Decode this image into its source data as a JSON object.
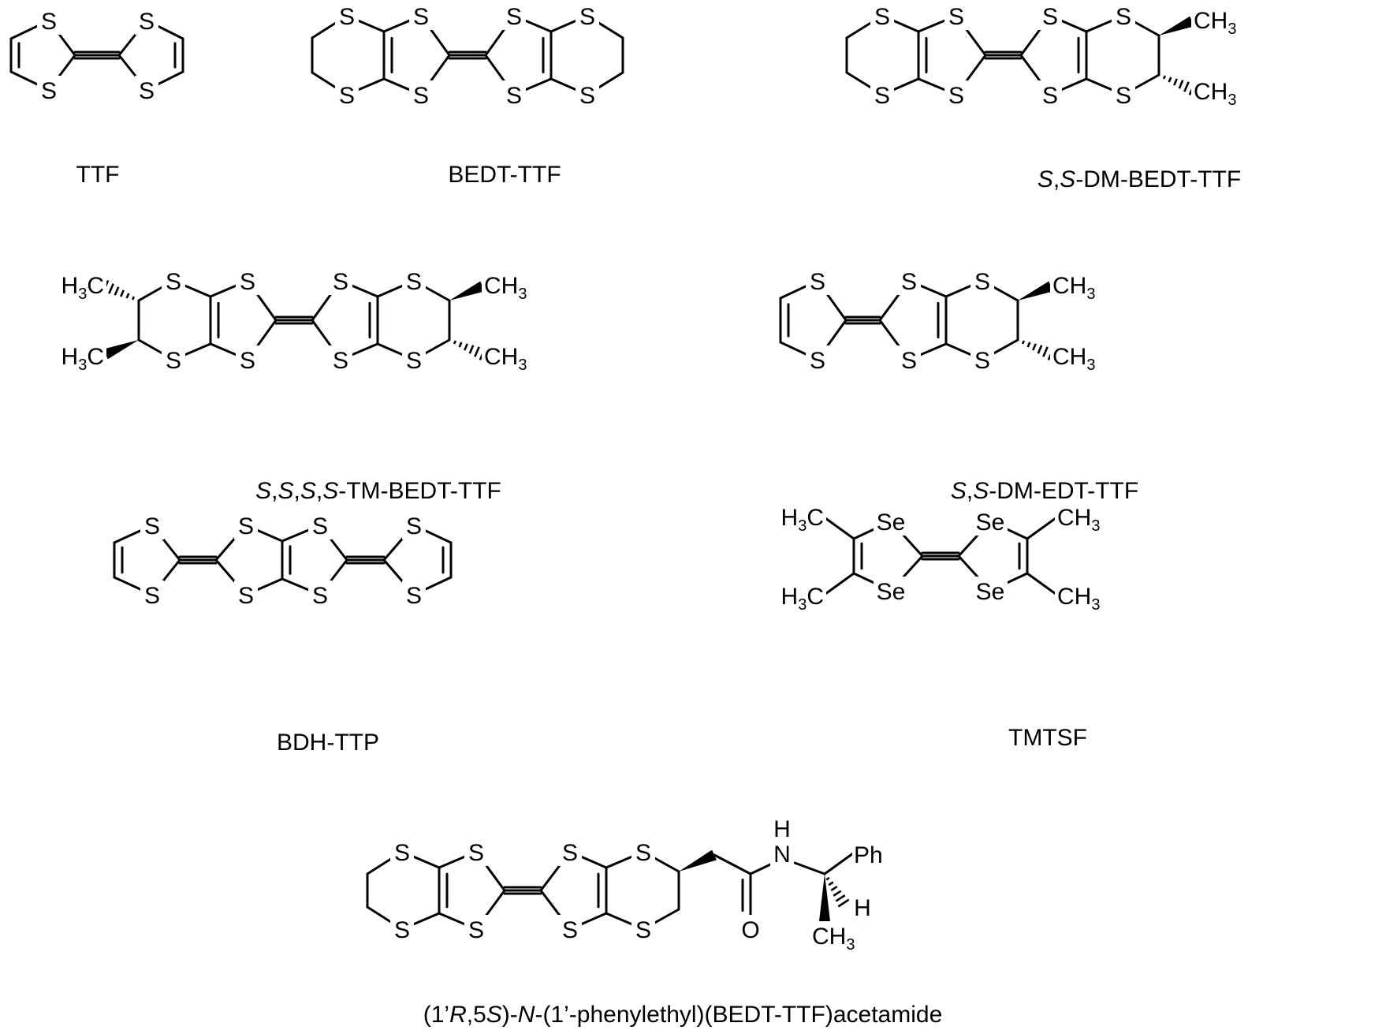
{
  "atoms": {
    "s": "S",
    "se": "Se",
    "me": "CH3",
    "me_left": "H3C",
    "h": "H",
    "o": "O",
    "nh": "H",
    "n": "N",
    "ph": "Ph"
  },
  "captions": {
    "ttf": "TTF",
    "bedt": "BEDT-TTF",
    "dm_bedt": {
      "it1": "S",
      "sep": ",",
      "it2": "S",
      "rest": "-DM-BEDT-TTF"
    },
    "tm_bedt": {
      "it1": "S",
      "it2": "S",
      "it3": "S",
      "it4": "S",
      "sep": ",",
      "rest": "-TM-BEDT-TTF"
    },
    "dm_edt": {
      "it1": "S",
      "sep": ",",
      "it2": "S",
      "rest": "-DM-EDT-TTF"
    },
    "bdh": "BDH-TTP",
    "tmtsf": "TMTSF",
    "amide": {
      "p1": "(1’",
      "it1": "R",
      "p2": ",5",
      "it2": "S",
      "p3": ")-",
      "it3": "N",
      "p4": "-(1’-phenylethyl)(BEDT-TTF)acetamide"
    }
  }
}
